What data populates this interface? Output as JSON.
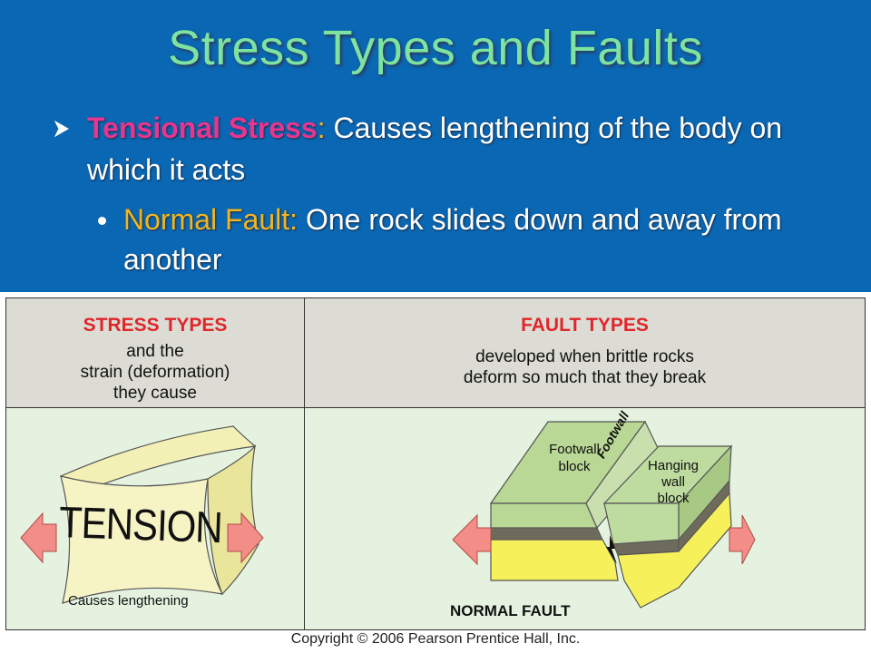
{
  "slide": {
    "title": "Stress Types and Faults",
    "bullet1": {
      "term": "Tensional Stress",
      "colon": ":",
      "text": " Causes lengthening of the body on which it acts"
    },
    "bullet2": {
      "term": "Normal Fault:",
      "text": " One rock slides down and away from another"
    }
  },
  "figure": {
    "left_header": {
      "title": "STRESS TYPES",
      "line1": "and the",
      "line2": "strain (deformation)",
      "line3": "they cause"
    },
    "right_header": {
      "title": "FAULT TYPES",
      "line1": "developed when brittle rocks",
      "line2": "deform so much that they break"
    },
    "tension_label": "TENSION",
    "tension_caption": "Causes lengthening",
    "footwall_block": [
      "Footwall",
      "block"
    ],
    "footwall_plane": "Footwall",
    "hanging_wall_block": [
      "Hanging",
      "wall",
      "block"
    ],
    "fault_caption": "NORMAL FAULT",
    "copyright": "Copyright © 2006 Pearson Prentice Hall, Inc."
  },
  "colors": {
    "slide_bg": "#0a67b3",
    "title": "#7fe3a0",
    "term_pink": "#e8358f",
    "term_gold": "#f2b51f",
    "header_red": "#e0262b"
  }
}
